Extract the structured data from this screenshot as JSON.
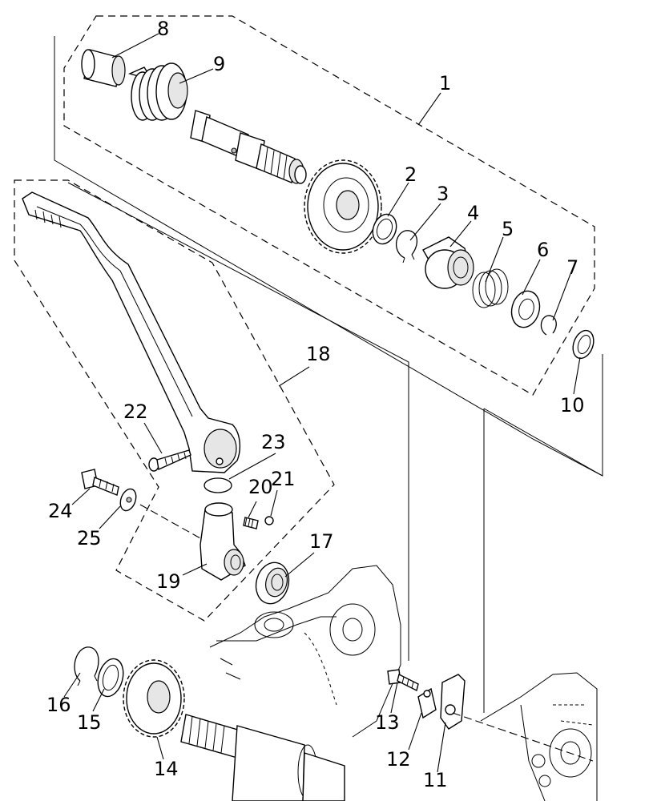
{
  "labels": {
    "l1": "1",
    "l2": "2",
    "l3": "3",
    "l4": "4",
    "l5": "5",
    "l6": "6",
    "l7": "7",
    "l8": "8",
    "l9": "9",
    "l10": "10",
    "l11": "11",
    "l12": "12",
    "l13": "13",
    "l14": "14",
    "l15": "15",
    "l16": "16",
    "l17": "17",
    "l18": "18",
    "l19": "19",
    "l20": "20",
    "l21": "21",
    "l22": "22",
    "l23": "23",
    "l24": "24",
    "l25": "25"
  },
  "colors": {
    "line": "#000000",
    "background": "#ffffff",
    "shade": "#e6e6e6"
  }
}
